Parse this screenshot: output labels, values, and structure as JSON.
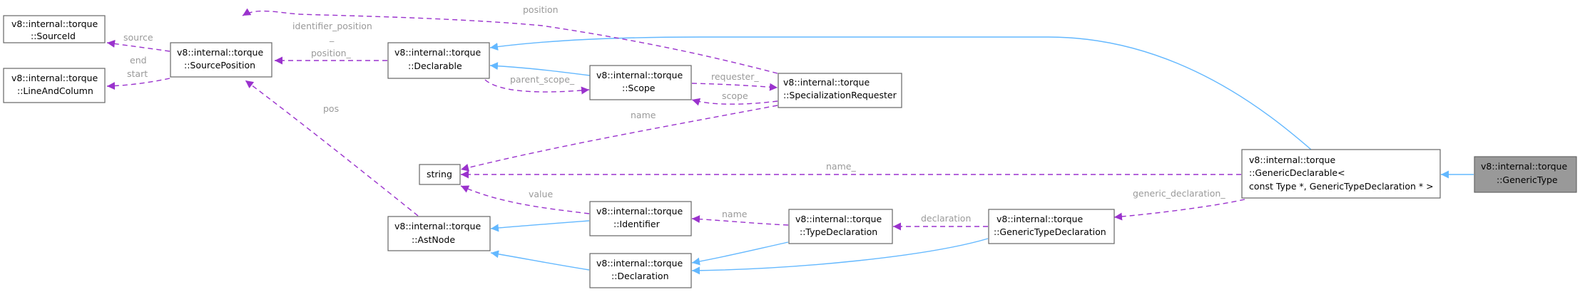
{
  "nodes": {
    "sourceid": [
      "v8::internal::torque",
      "::SourceId"
    ],
    "lineandcolumn": [
      "v8::internal::torque",
      "::LineAndColumn"
    ],
    "sourceposition": [
      "v8::internal::torque",
      "::SourcePosition"
    ],
    "declarable": [
      "v8::internal::torque",
      "::Declarable"
    ],
    "scope": [
      "v8::internal::torque",
      "::Scope"
    ],
    "specializationrequester": [
      "v8::internal::torque",
      "::SpecializationRequester"
    ],
    "string": [
      "string"
    ],
    "astnode": [
      "v8::internal::torque",
      "::AstNode"
    ],
    "identifier": [
      "v8::internal::torque",
      "::Identifier"
    ],
    "declaration": [
      "v8::internal::torque",
      "::Declaration"
    ],
    "typedeclaration": [
      "v8::internal::torque",
      "::TypeDeclaration"
    ],
    "generictypedeclaration": [
      "v8::internal::torque",
      "::GenericTypeDeclaration"
    ],
    "genericdeclarable": [
      "v8::internal::torque",
      "::GenericDeclarable<",
      " const Type *, GenericTypeDeclaration * >"
    ],
    "generictype": [
      "v8::internal::torque",
      "::GenericType"
    ]
  },
  "edge_labels": {
    "source": "source",
    "end": "end",
    "start": "start",
    "identifier_position": "identifier_position",
    "identifier_position_2": "_",
    "position_top": "position",
    "position_": "position_",
    "parent_scope": "parent_scope_",
    "requester": "requester_",
    "scope": "scope",
    "name": "name",
    "pos": "pos",
    "name_": "name_",
    "value": "value",
    "identifier_name": "name",
    "declaration": "declaration",
    "generic_declaration": "generic_declaration_"
  },
  "colors": {
    "inheritance": "#63b8ff",
    "usage": "#9a32cd",
    "highlight_fill": "#999999",
    "label": "#9a9a9a"
  }
}
